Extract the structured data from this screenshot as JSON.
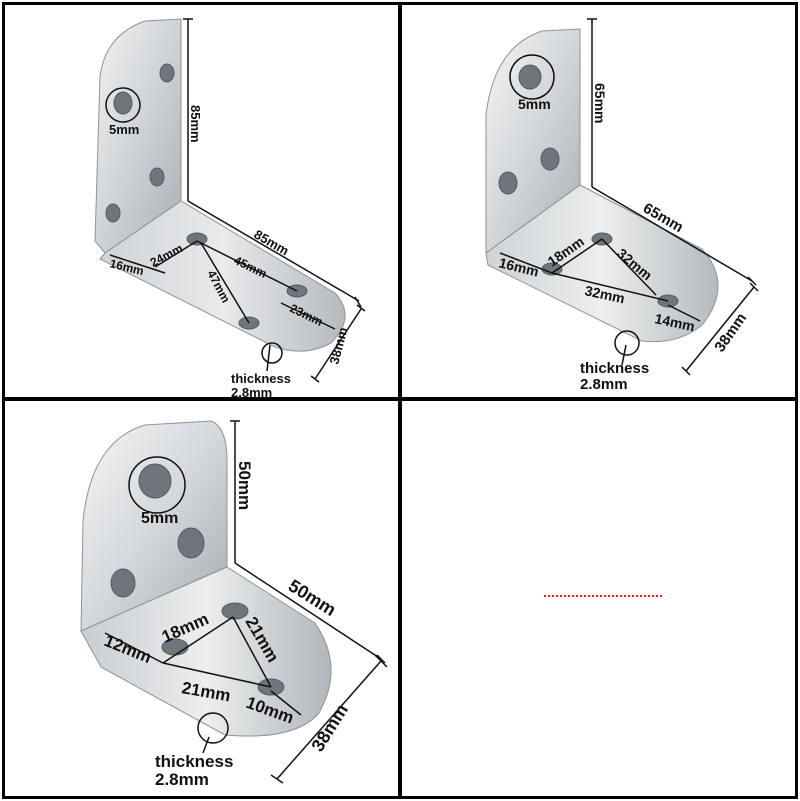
{
  "colors": {
    "border": "#000000",
    "background": "#ffffff",
    "steel_light": "#e6e8ea",
    "steel_mid": "#c2c6ca",
    "steel_dark": "#9aa0a6",
    "dimension_line": "#111111",
    "dotted_accent": "#e02020"
  },
  "panels": [
    {
      "labels": {
        "height": "85mm",
        "length": "85mm",
        "width": "38mm",
        "hole": "5mm",
        "edge": "16mm",
        "a": "24mm",
        "b": "45mm",
        "c": "47mm",
        "d": "23mm",
        "thickness_1": "thickness",
        "thickness_2": "2.8mm"
      }
    },
    {
      "labels": {
        "height": "65mm",
        "length": "65mm",
        "width": "38mm",
        "hole": "5mm",
        "edge": "16mm",
        "a": "18mm",
        "b": "32mm",
        "c": "32mm",
        "d": "14mm",
        "thickness_1": "thickness",
        "thickness_2": "2.8mm"
      }
    },
    {
      "labels": {
        "height": "50mm",
        "length": "50mm",
        "width": "38mm",
        "hole": "5mm",
        "edge": "12mm",
        "a": "18mm",
        "b": "21mm",
        "c": "21mm",
        "d": "10mm",
        "thickness_1": "thickness",
        "thickness_2": "2.8mm"
      }
    }
  ]
}
